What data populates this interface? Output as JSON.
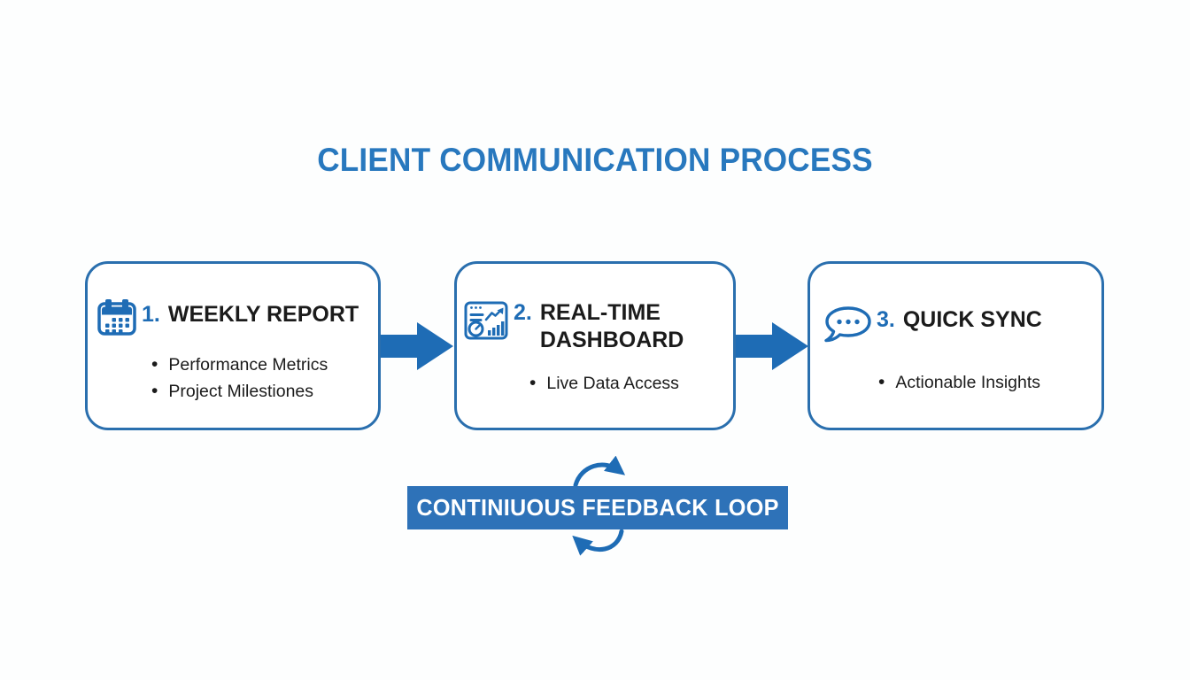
{
  "colors": {
    "accent": "#1e6cb5",
    "title": "#2878be",
    "box_border": "#2a6fae",
    "banner_bg": "#2e72b8",
    "banner_text": "#ffffff",
    "body_text": "#1b1b1b",
    "background": "#fdfefe"
  },
  "title": "CLIENT COMMUNICATION PROCESS",
  "steps": [
    {
      "number": "1.",
      "title": "WEEKLY REPORT",
      "icon": "calendar-icon",
      "bullets": [
        "Performance Metrics",
        "Project Milestiones"
      ]
    },
    {
      "number": "2.",
      "title": "REAL-TIME DASHBOARD",
      "icon": "dashboard-icon",
      "bullets": [
        "Live Data Access"
      ]
    },
    {
      "number": "3.",
      "title": "QUICK SYNC",
      "icon": "chat-icon",
      "bullets": [
        "Actionable Insights"
      ]
    }
  ],
  "feedback_loop": {
    "label": "CONTINIUOUS FEEDBACK LOOP"
  }
}
